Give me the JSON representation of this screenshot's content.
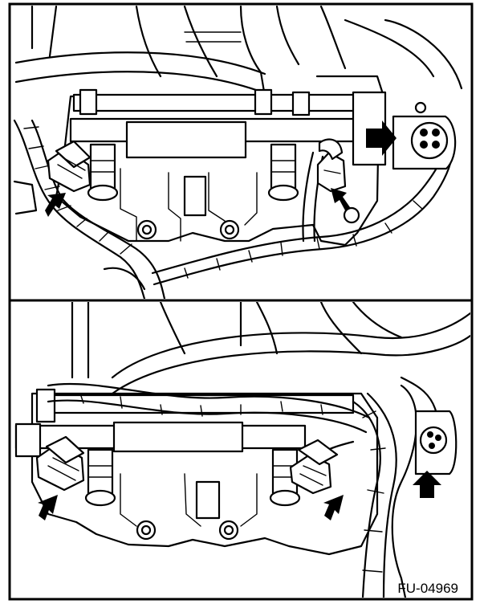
{
  "figure_code": "FU-04969",
  "panels": [
    {
      "id": "upper",
      "callouts": 3
    },
    {
      "id": "lower",
      "callouts": 3
    }
  ],
  "icons": [
    "arrow-callout-icon",
    "injector-connector-icon"
  ]
}
